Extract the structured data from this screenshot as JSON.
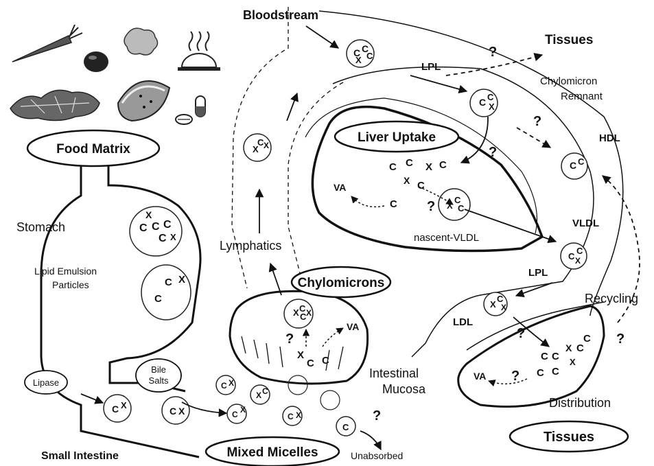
{
  "labels": {
    "bloodstream": "Bloodstream",
    "tissues_top": "Tissues",
    "lpl_top": "LPL",
    "chylomicron_remnant_1": "Chylomicron",
    "chylomicron_remnant_2": "Remnant",
    "hdl": "HDL",
    "liver_uptake": "Liver Uptake",
    "nascent_vldl": "nascent-VLDL",
    "vldl": "VLDL",
    "lpl_mid": "LPL",
    "ldl": "LDL",
    "recycling": "Recycling",
    "distribution": "Distribution",
    "tissues_bottom": "Tissues",
    "food_matrix": "Food Matrix",
    "stomach": "Stomach",
    "lipid_emulsion_1": "Lipid Emulsion",
    "lipid_emulsion_2": "Particles",
    "lymphatics": "Lymphatics",
    "chylomicrons": "Chylomicrons",
    "intestinal_mucosa_1": "Intestinal",
    "intestinal_mucosa_2": "Mucosa",
    "bile_salts_1": "Bile",
    "bile_salts_2": "Salts",
    "lipase": "Lipase",
    "mixed_micelles": "Mixed Micelles",
    "small_intestine": "Small Intestine",
    "unabsorbed": "Unabsorbed",
    "va": "VA",
    "question": "?"
  },
  "particle_glyphs": {
    "c": "C",
    "x": "X"
  },
  "icons": [
    "carrot-icon",
    "tomato-icon",
    "ginger-icon",
    "cloche-dish-icon",
    "leafy-greens-icon",
    "watermelon-icon",
    "pill-icon",
    "tablet-icon"
  ]
}
